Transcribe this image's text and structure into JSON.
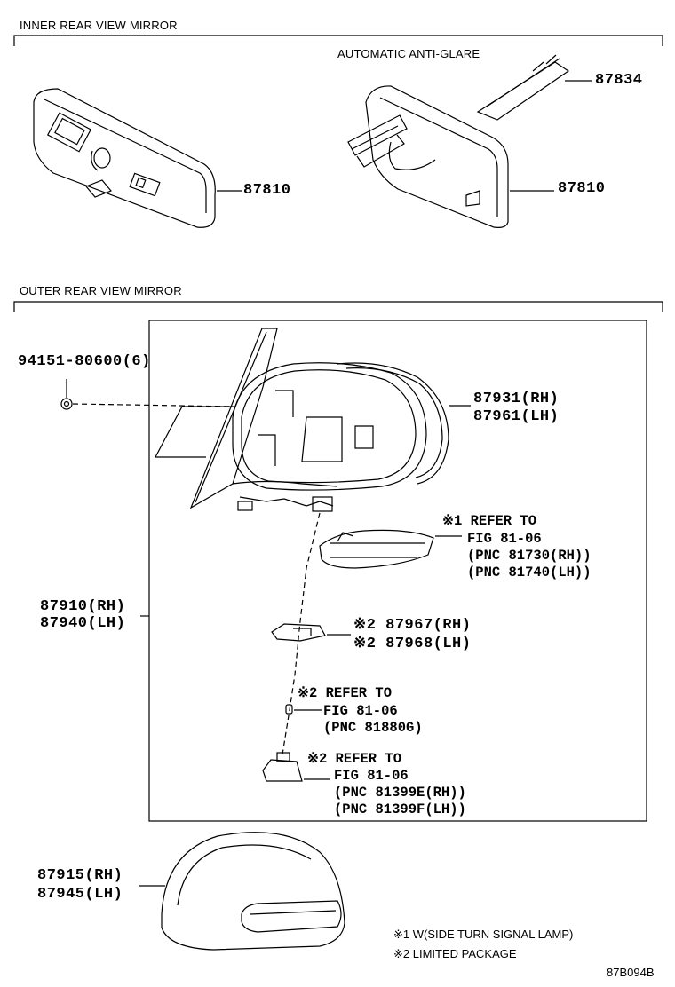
{
  "sections": {
    "inner": "INNER REAR VIEW MIRROR",
    "outer": "OUTER REAR VIEW MIRROR"
  },
  "inner_parts": {
    "auto_label": "AUTOMATIC ANTI-GLARE",
    "std_mirror": "87810",
    "auto_mirror": "87810",
    "bracket": "87834"
  },
  "outer_parts": {
    "screw": "94151-80600(6)",
    "glass_rh": "87931(RH)",
    "glass_lh": "87961(LH)",
    "assy_rh": "87910(RH)",
    "assy_lh": "87940(LH)",
    "turn_note": [
      "※1 REFER TO",
      "FIG 81-06",
      "(PNC 81730(RH))",
      "(PNC 81740(LH))"
    ],
    "lamp_rh": "※2 87967(RH)",
    "lamp_lh": "※2 87968(LH)",
    "bulb_note": [
      "※2 REFER TO",
      "FIG 81-06",
      "(PNC 81880G)"
    ],
    "socket_note": [
      "※2 REFER TO",
      "FIG 81-06",
      "(PNC 81399E(RH))",
      "(PNC 81399F(LH))"
    ],
    "cover_rh": "87915(RH)",
    "cover_lh": "87945(LH)"
  },
  "footnotes": {
    "note1": "※1 W(SIDE TURN SIGNAL LAMP)",
    "note2": "※2 LIMITED PACKAGE"
  },
  "figure_code": "87B094B"
}
